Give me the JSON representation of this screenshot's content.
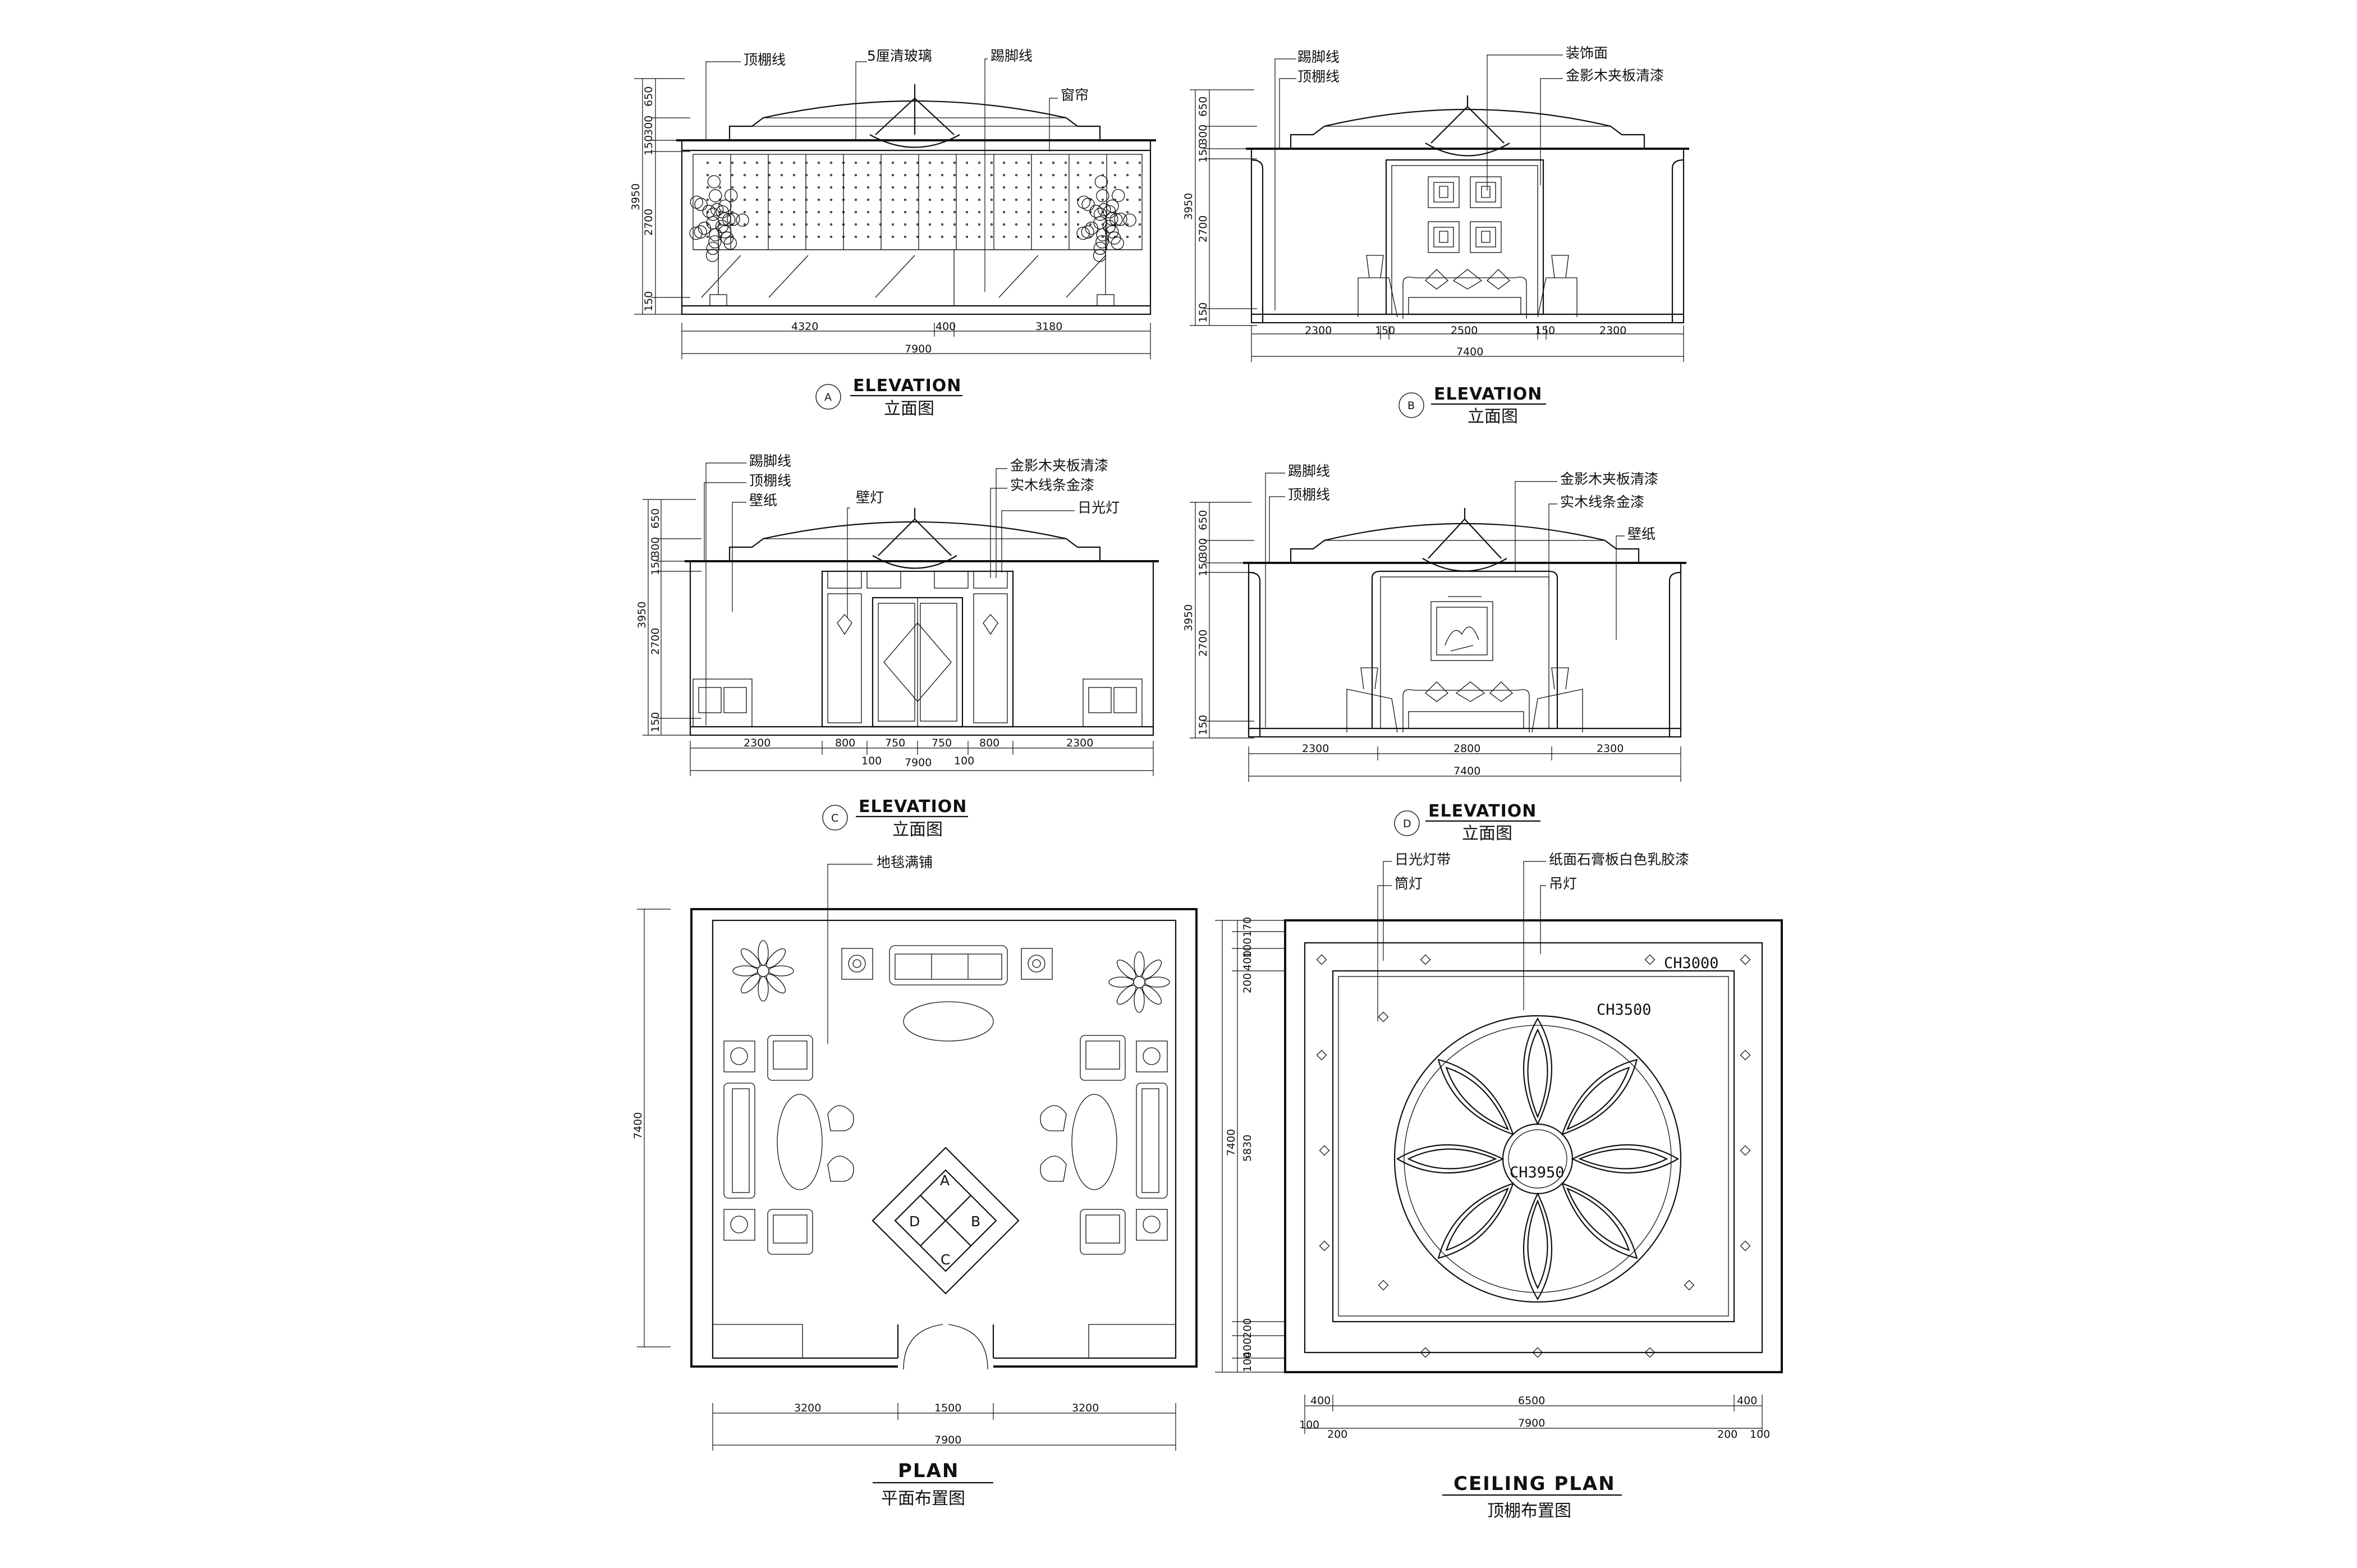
{
  "drawing": {
    "elevation_a": {
      "marker": "A",
      "title": "ELEVATION",
      "subtitle": "立面图",
      "callouts": [
        "顶棚线",
        "5厘清玻璃",
        "踢脚线",
        "窗帘"
      ],
      "height_dims": [
        "650",
        "300",
        "150",
        "2700",
        "150"
      ],
      "total_height": "3950",
      "width_dims": [
        "4320",
        "400",
        "3180"
      ],
      "total_width": "7900"
    },
    "elevation_b": {
      "marker": "B",
      "title": "ELEVATION",
      "subtitle": "立面图",
      "callouts": [
        "踢脚线",
        "顶棚线",
        "装饰面",
        "金影木夹板清漆"
      ],
      "height_dims": [
        "650",
        "300",
        "150",
        "2700",
        "150"
      ],
      "total_height": "3950",
      "width_dims": [
        "2300",
        "150",
        "2500",
        "150",
        "2300"
      ],
      "total_width": "7400"
    },
    "elevation_c": {
      "marker": "C",
      "title": "ELEVATION",
      "subtitle": "立面图",
      "callouts": [
        "踢脚线",
        "顶棚线",
        "壁纸",
        "壁灯",
        "金影木夹板清漆",
        "实木线条金漆",
        "日光灯"
      ],
      "height_dims": [
        "650",
        "300",
        "150",
        "2700",
        "150"
      ],
      "total_height": "3950",
      "width_dims": [
        "2300",
        "800",
        "750",
        "750",
        "800",
        "2300"
      ],
      "small_dims": [
        "100",
        "100"
      ],
      "total_width": "7900"
    },
    "elevation_d": {
      "marker": "D",
      "title": "ELEVATION",
      "subtitle": "立面图",
      "callouts": [
        "踢脚线",
        "顶棚线",
        "金影木夹板清漆",
        "实木线条金漆",
        "壁纸"
      ],
      "height_dims": [
        "650",
        "300",
        "150",
        "2700",
        "150"
      ],
      "total_height": "3950",
      "width_dims": [
        "2300",
        "2800",
        "2300"
      ],
      "total_width": "7400"
    },
    "plan": {
      "title": "PLAN",
      "subtitle": "平面布置图",
      "callouts": [
        "地毯满铺"
      ],
      "height_dim": "7400",
      "width_dims": [
        "3200",
        "1500",
        "3200"
      ],
      "total_width": "7900",
      "view_markers": [
        "A",
        "B",
        "C",
        "D"
      ]
    },
    "ceiling_plan": {
      "title": "CEILING PLAN",
      "subtitle": "顶棚布置图",
      "callouts": [
        "日光灯带",
        "筒灯",
        "纸面石膏板白色乳胶漆",
        "吊灯"
      ],
      "levels": [
        "CH3000",
        "CH3500",
        "CH3950"
      ],
      "height_dims": [
        "170",
        "100",
        "400",
        "200",
        "5830",
        "200",
        "400",
        "100"
      ],
      "total_height": "7400",
      "width_dims_top": [
        "400",
        "6500",
        "400"
      ],
      "width_dims_bottom": [
        "100",
        "200",
        "7900",
        "200",
        "100"
      ]
    }
  }
}
